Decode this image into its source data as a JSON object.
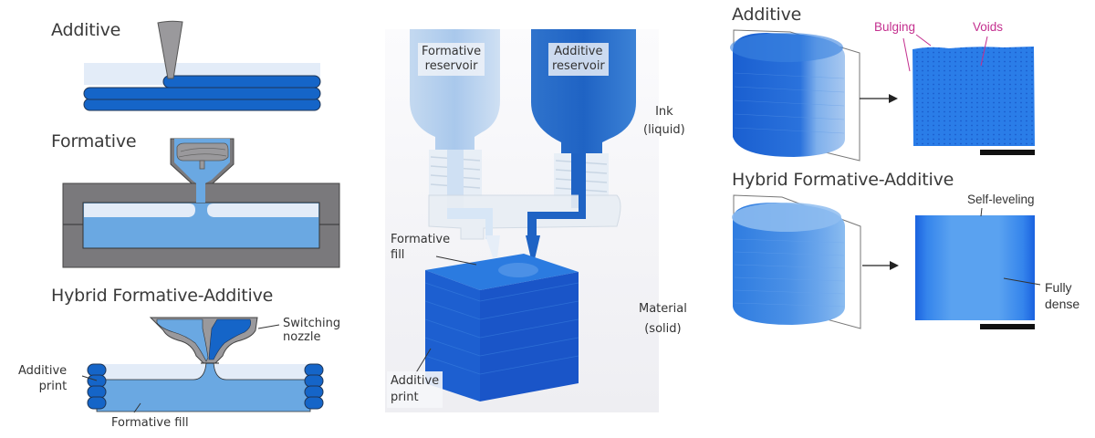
{
  "panel_left": {
    "additive": {
      "heading": "Additive"
    },
    "formative": {
      "heading": "Formative"
    },
    "hybrid": {
      "heading": "Hybrid Formative-Additive",
      "labels": {
        "switching_nozzle": [
          "Switching",
          "nozzle"
        ],
        "additive_print": [
          "Additive",
          "print"
        ],
        "formative_fill": "Formative fill"
      }
    }
  },
  "panel_center": {
    "formative_reservoir": [
      "Formative",
      "reservoir"
    ],
    "additive_reservoir": [
      "Additive",
      "reservoir"
    ],
    "ink_label": [
      "Ink",
      "(liquid)"
    ],
    "formative_fill": [
      "Formative",
      "fill"
    ],
    "material_label": [
      "Material",
      "(solid)"
    ],
    "additive_print": [
      "Additive",
      "print"
    ]
  },
  "panel_right": {
    "additive": {
      "heading": "Additive",
      "annotations": {
        "bulging": "Bulging",
        "voids": "Voids"
      }
    },
    "hybrid": {
      "heading": "Hybrid Formative-Additive",
      "annotations": {
        "self_leveling": "Self-leveling",
        "fully_dense": [
          "Fully",
          "dense"
        ]
      }
    }
  },
  "colors": {
    "dark_blue": "#1565c8",
    "mid_blue": "#6aa8e2",
    "light_blue_bg": "#e3ecf8",
    "mold_gray": "#7a797c",
    "nozzle_gray": "#9a999c",
    "annotation_pink": "#c4308f"
  }
}
